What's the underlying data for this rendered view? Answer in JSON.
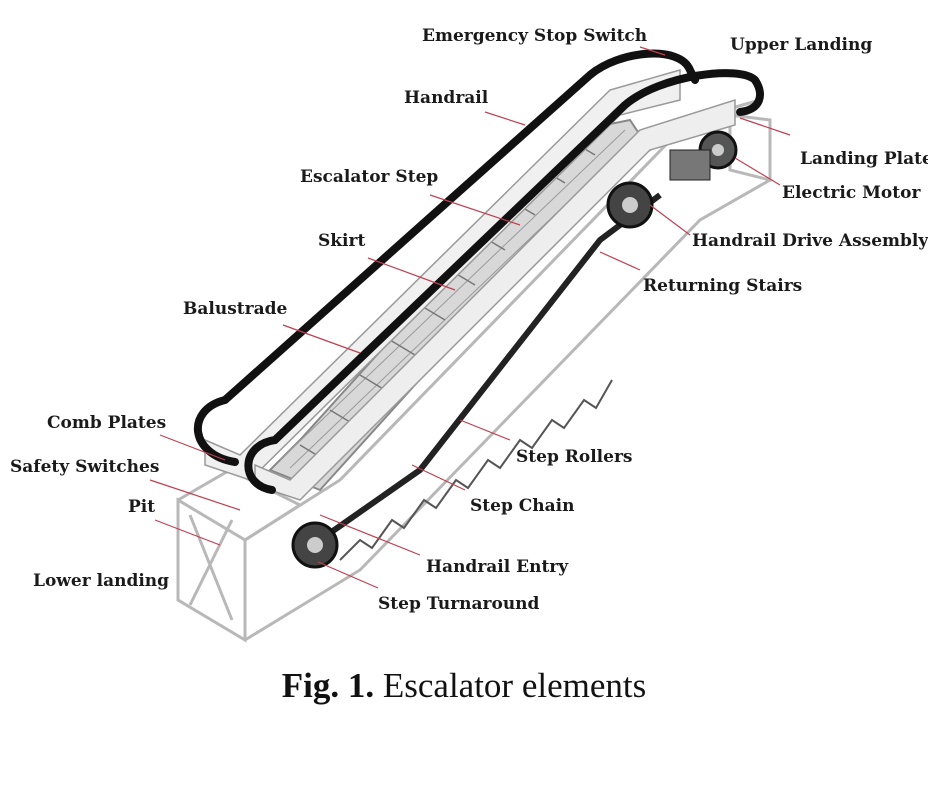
{
  "labels": {
    "emergency_stop_switch": "Emergency Stop Switch",
    "upper_landing": "Upper Landing",
    "handrail": "Handrail",
    "landing_plate": "Landing Plate",
    "escalator_step": "Escalator Step",
    "electric_motor": "Electric Motor",
    "skirt": "Skirt",
    "handrail_drive_assembly": "Handrail Drive Assembly",
    "returning_stairs": "Returning Stairs",
    "balustrade": "Balustrade",
    "comb_plates": "Comb Plates",
    "step_rollers": "Step Rollers",
    "safety_switches": "Safety Switches",
    "step_chain": "Step Chain",
    "pit": "Pit",
    "handrail_entry": "Handrail Entry",
    "lower_landing": "Lower landing",
    "step_turnaround": "Step Turnaround"
  },
  "caption": {
    "prefix": "Fig. 1.",
    "text": "Escalator elements"
  },
  "colors": {
    "handrail": "#111111",
    "leader": "#c04050",
    "truss": "#b8b8b8",
    "steps": "#9a9a9a",
    "chain": "#222222"
  }
}
